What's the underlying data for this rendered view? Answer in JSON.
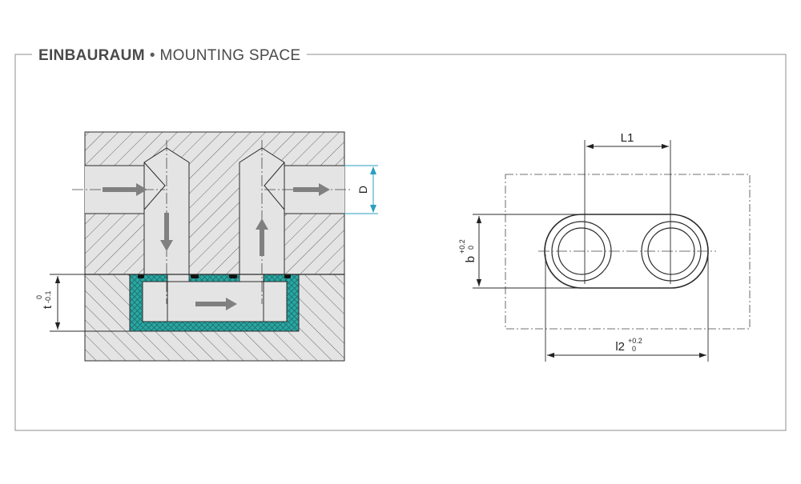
{
  "header": {
    "title_de": "EINBAURAUM",
    "separator": "•",
    "title_en": "MOUNTING SPACE"
  },
  "labels": {
    "d": "D",
    "t": "t",
    "t_tol_upper": "0",
    "t_tol_lower": "-0.1",
    "l1": "L1",
    "b": "b",
    "b_tol_upper": "+0.2",
    "b_tol_lower": "0",
    "l2": "l2",
    "l2_tol_upper": "+0.2",
    "l2_tol_lower": "0"
  },
  "colors": {
    "seal": "#2aa7a3",
    "dimension_d": "#2a9fc0",
    "arrow": "#808080",
    "section_fill": "#e4e4e4",
    "line": "#2b2b2b",
    "frame": "#8c8c8c"
  }
}
